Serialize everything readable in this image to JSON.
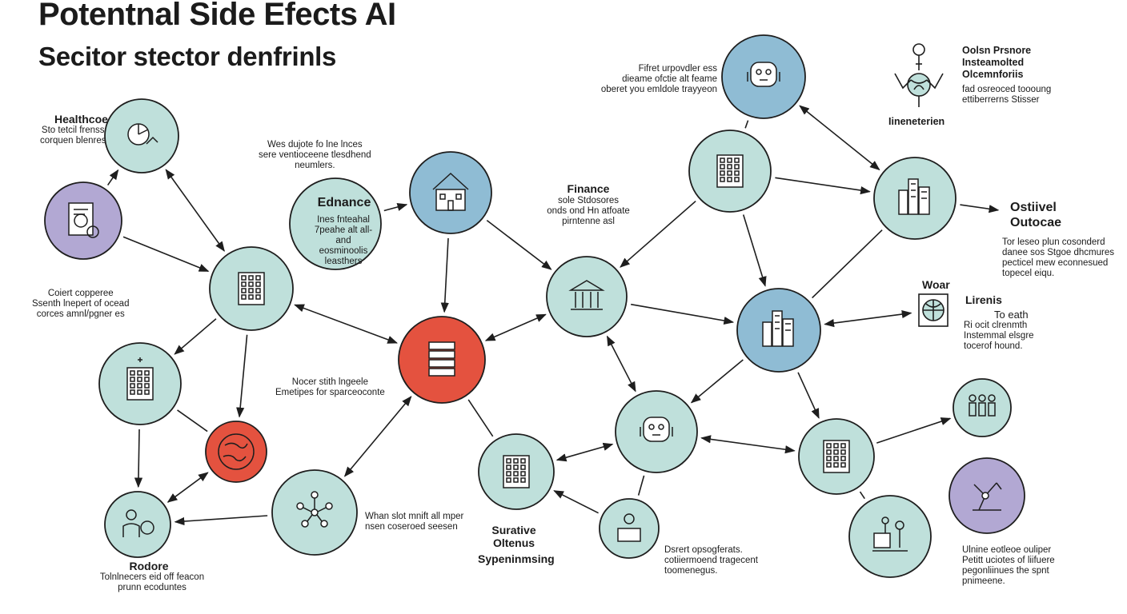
{
  "title": "Potentnal Side Efects  AI",
  "subtitle": "Secitor stector denfrinls",
  "colors": {
    "teal": "#bfe0db",
    "blue": "#8fbcd4",
    "red": "#e4523f",
    "purple": "#b2a8d3",
    "stroke": "#1e1e1e"
  },
  "labels": {
    "healthcare_head": "Healthcoe",
    "healthcare_body": "Sto tetcil frenss\ncorquen blenres",
    "top_center_body": "Wes dujote fo lne lnces\nsere ventioceene tlesdhend\nneumlers.",
    "ednance_head": "Ednance",
    "ednance_body": "Ines fnteahal\n7peahe alt all-\nand\neosminoolis\nleasthers",
    "finance_head": "Finance",
    "finance_body": "sole Stdosores\nonds ond Hn atfoate\npirntenne asl",
    "top_right_body": "Fifret urpovdler ess\ndieame ofctie alt feame\noberet you emldole trayyeon",
    "org_head": "Oolsn Prsnore\nInsteamolted\nOlcemnforiis",
    "org_body": "fad osreoced toooung\nettiberrerns Stisser",
    "innovation_head": "Iineneterien",
    "outcome_head": "Ostiivel\nOutocae",
    "outcome_body": "Tor leseo plun cosonderd\ndanee sos Stgoe dhcmures\npecticel mew econnesued\ntopecel eiqu.",
    "wear_head": "Woar",
    "lirenis_head": "Lirenis",
    "lirenis_sub": "To eath",
    "lirenis_body": "Ri ocit clrenmth\nInstemmal elsgre\ntocerof hound.",
    "left_mid_body": "Coiert copperee\nSsenth lnepert of ocead\ncorces amnl/pgner es",
    "center_body": "Nocer stith lngeele\nEmetipes for sparceoconte",
    "rodore_head": "Rodore",
    "rodore_body": "Tolnlnecers eid off feacon\nprunn ecoduntes",
    "bottom_mid_body": "Whan slot mnift all mper\nnsen coseroed seesen",
    "surative_head": "Surative\nOltenus",
    "sypen_head": "Sypeninmsing",
    "bottom_r_body": "Dsrert opsogferats.\ncotiiermoend tragecent\ntoomenegus.",
    "bottom_far_body": "Ulnine eotleoe ouliper\nPetitt uciotes of liifuere\npegonliinues the spnt\npnimeene."
  },
  "nodes": [
    {
      "id": "healthcare",
      "icon": "chart-check-icon"
    },
    {
      "id": "document",
      "icon": "certificate-gear-icon"
    },
    {
      "id": "office",
      "icon": "office-building-icon"
    },
    {
      "id": "ednance",
      "icon": "text-bubble"
    },
    {
      "id": "house",
      "icon": "house-icon"
    },
    {
      "id": "hospital",
      "icon": "hospital-icon"
    },
    {
      "id": "globe",
      "icon": "world-map-icon"
    },
    {
      "id": "server",
      "icon": "server-stack-icon"
    },
    {
      "id": "bank",
      "icon": "bank-cloud-icon"
    },
    {
      "id": "robot",
      "icon": "robot-head-icon"
    },
    {
      "id": "warehouse",
      "icon": "warehouse-icon"
    },
    {
      "id": "city",
      "icon": "skyscraper-city-icon"
    },
    {
      "id": "industry",
      "icon": "industrial-skyline-icon"
    },
    {
      "id": "robot2",
      "icon": "robot-headset-icon"
    },
    {
      "id": "towers",
      "icon": "tall-buildings-icon"
    },
    {
      "id": "towers2",
      "icon": "tall-buildings-icon"
    },
    {
      "id": "people",
      "icon": "people-group-icon"
    },
    {
      "id": "network",
      "icon": "network-nodes-icon"
    },
    {
      "id": "doctor",
      "icon": "doctor-patient-icon"
    },
    {
      "id": "worker",
      "icon": "worker-computer-icon"
    },
    {
      "id": "robot-arm",
      "icon": "robot-arm-icon"
    },
    {
      "id": "lab",
      "icon": "lab-equipment-icon"
    }
  ]
}
